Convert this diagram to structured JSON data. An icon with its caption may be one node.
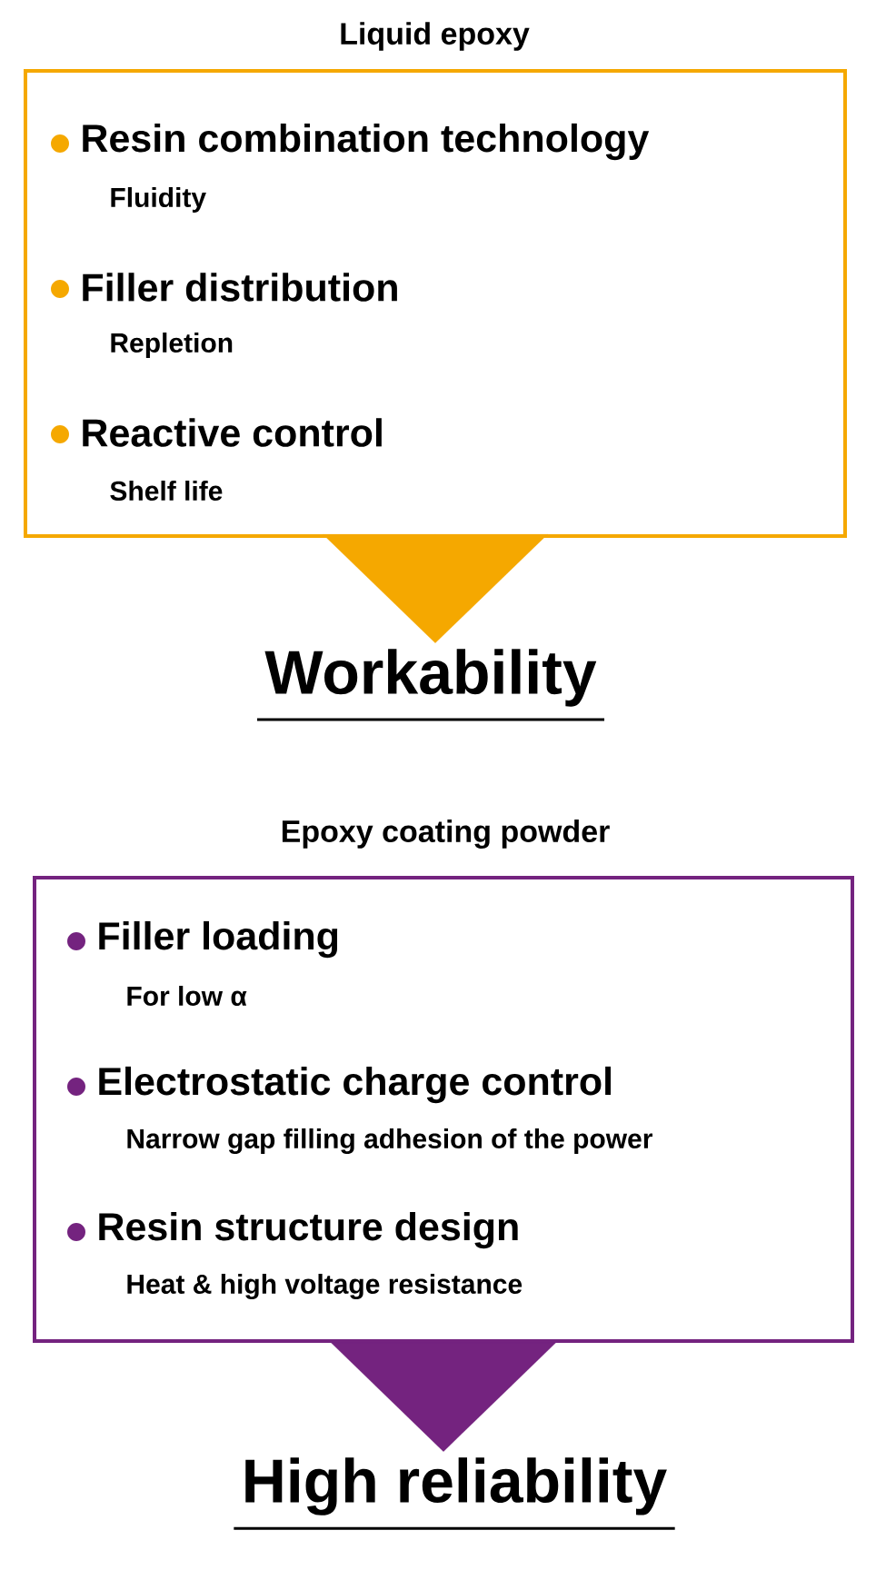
{
  "diagram": {
    "nodes": [
      {
        "text": [
          "Liquid epoxy",
          "Resin combination technology",
          "Fluidity",
          "Filler distribution",
          "Repletion",
          "Reactive control",
          "Shelf life"
        ]
      },
      {
        "text": [
          "Workability"
        ]
      },
      {
        "text": [
          "Epoxy coating powder",
          "Filler loading",
          "For low α",
          "Electrostatic charge control",
          "Narrow gap filling adhesion of the power",
          "Resin structure design",
          "Heat & high voltage resistance"
        ]
      },
      {
        "text": [
          "High reliability"
        ]
      }
    ],
    "edges": [
      {
        "from": 0,
        "to": 1,
        "arrow": "to"
      },
      {
        "from": 2,
        "to": 3,
        "arrow": "to"
      }
    ]
  }
}
